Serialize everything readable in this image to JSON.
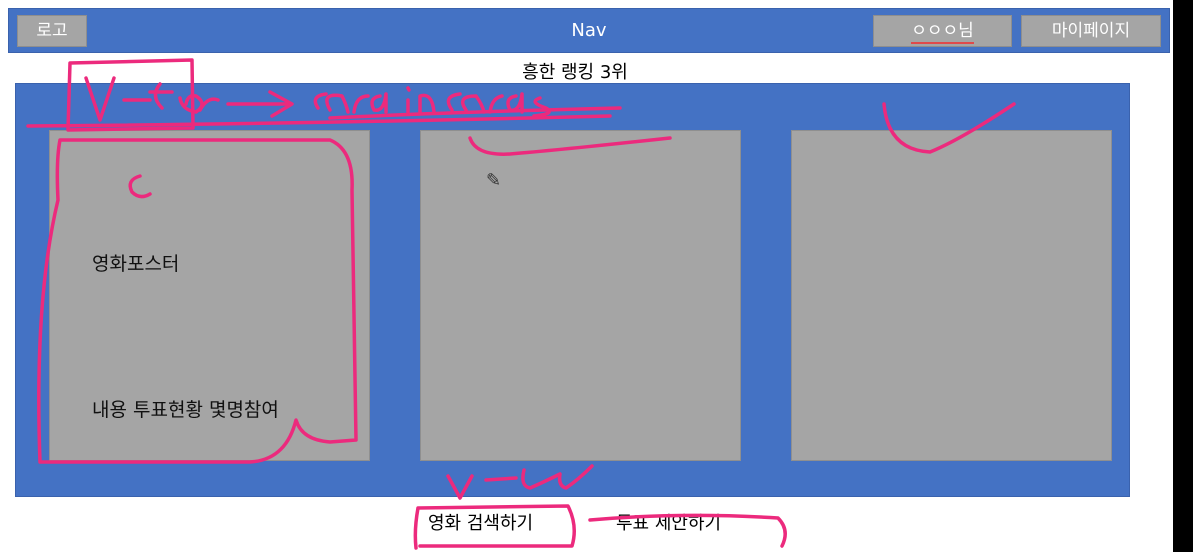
{
  "nav": {
    "logo_label": "로고",
    "title": "Nav",
    "user_label": "ㅇㅇㅇ님",
    "mypage_label": "마이페이지"
  },
  "section": {
    "title": "흥한 랭킹 3위"
  },
  "cards": [
    {
      "poster_label": "영화포스터",
      "content_label": "내용 투표현황 몇명참여"
    },
    {
      "poster_label": "",
      "content_label": ""
    },
    {
      "poster_label": "",
      "content_label": ""
    }
  ],
  "bottom": {
    "search_label": "영화 검색하기",
    "vote_label": "투표 제안하기"
  },
  "annotations": {
    "for_loop": "v-for → card in cards",
    "card_marker": "c",
    "else_note": "v-else"
  },
  "colors": {
    "nav_bg": "#4472c4",
    "card_bg": "#a5a5a5",
    "ink": "#ec2a7d"
  }
}
